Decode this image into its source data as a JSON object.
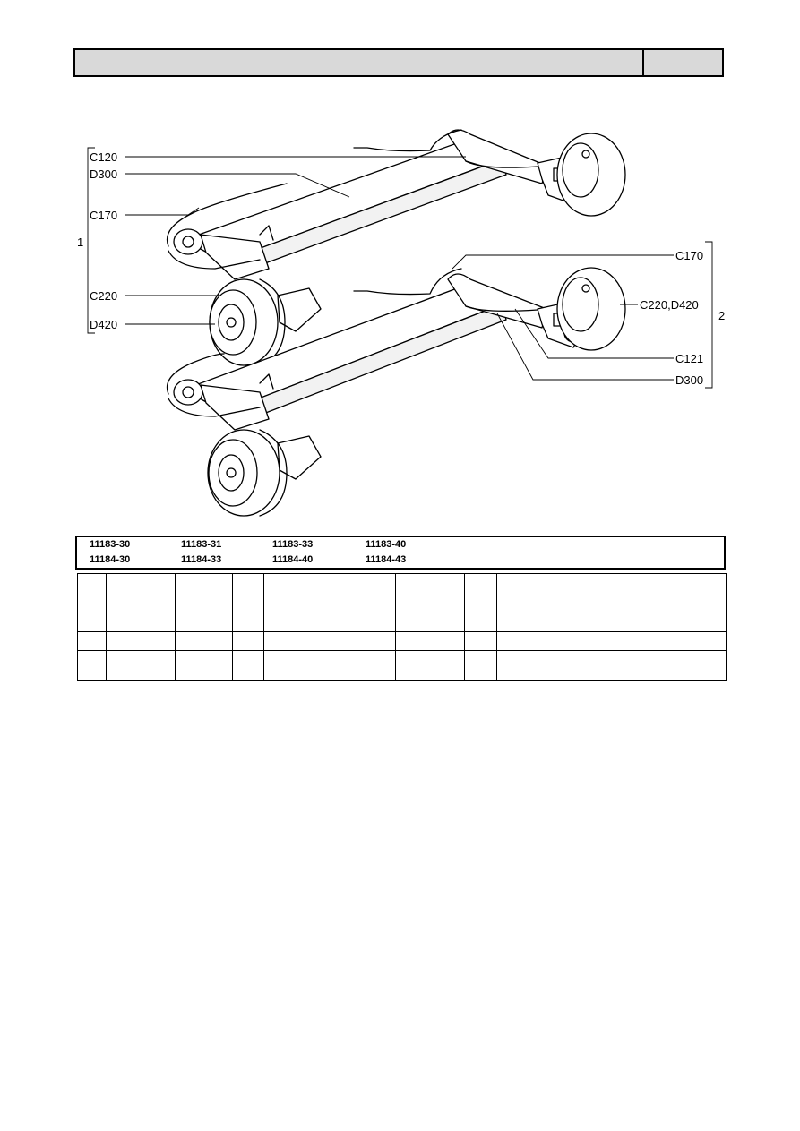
{
  "header": {
    "title": "",
    "page": ""
  },
  "figure": {
    "group1": {
      "number": "1",
      "labels": [
        "C120",
        "D300",
        "C170",
        "C220",
        "D420"
      ]
    },
    "group2": {
      "number": "2",
      "labels": [
        "C170",
        "C220,D420",
        "C121",
        "D300"
      ]
    }
  },
  "models": {
    "row1": [
      "11183-30",
      "11183-31",
      "11183-33",
      "11183-40"
    ],
    "row2": [
      "11184-30",
      "11184-33",
      "11184-40",
      "11184-43"
    ]
  },
  "parts_table": {
    "columns": [
      "",
      "",
      "",
      "",
      "",
      "",
      "",
      ""
    ],
    "rows": [
      [
        "",
        "",
        "",
        "",
        "",
        "",
        "",
        ""
      ],
      [
        "",
        "",
        "",
        "",
        "",
        "",
        "",
        ""
      ]
    ]
  }
}
